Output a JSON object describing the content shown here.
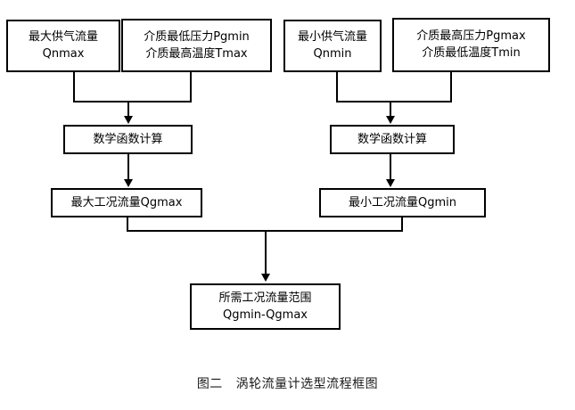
{
  "figure": {
    "caption": "图二   涡轮流量计选型流程框图",
    "type": "flowchart"
  },
  "nodes": {
    "max_supply_flow": {
      "line1": "最大供气流量",
      "line2": "Qnmax"
    },
    "medium_min_pressure_max_temp": {
      "line1": "介质最低压力Pgmin",
      "line2": "介质最高温度Tmax"
    },
    "min_supply_flow": {
      "line1": "最小供气流量",
      "line2": "Qnmin"
    },
    "medium_max_pressure_min_temp": {
      "line1": "介质最高压力Pgmax",
      "line2": "介质最低温度Tmin"
    },
    "math_calc_left": {
      "line1": "数学函数计算"
    },
    "math_calc_right": {
      "line1": "数学函数计算"
    },
    "qgmax": {
      "line1": "最大工况流量Qgmax"
    },
    "qgmin": {
      "line1": "最小工况流量Qgmin"
    },
    "result_range": {
      "line1": "所需工况流量范围",
      "line2": "Qgmin-Qgmax"
    }
  },
  "colors": {
    "stroke": "#000000",
    "fill": "#ffffff",
    "background": "#ffffff"
  }
}
